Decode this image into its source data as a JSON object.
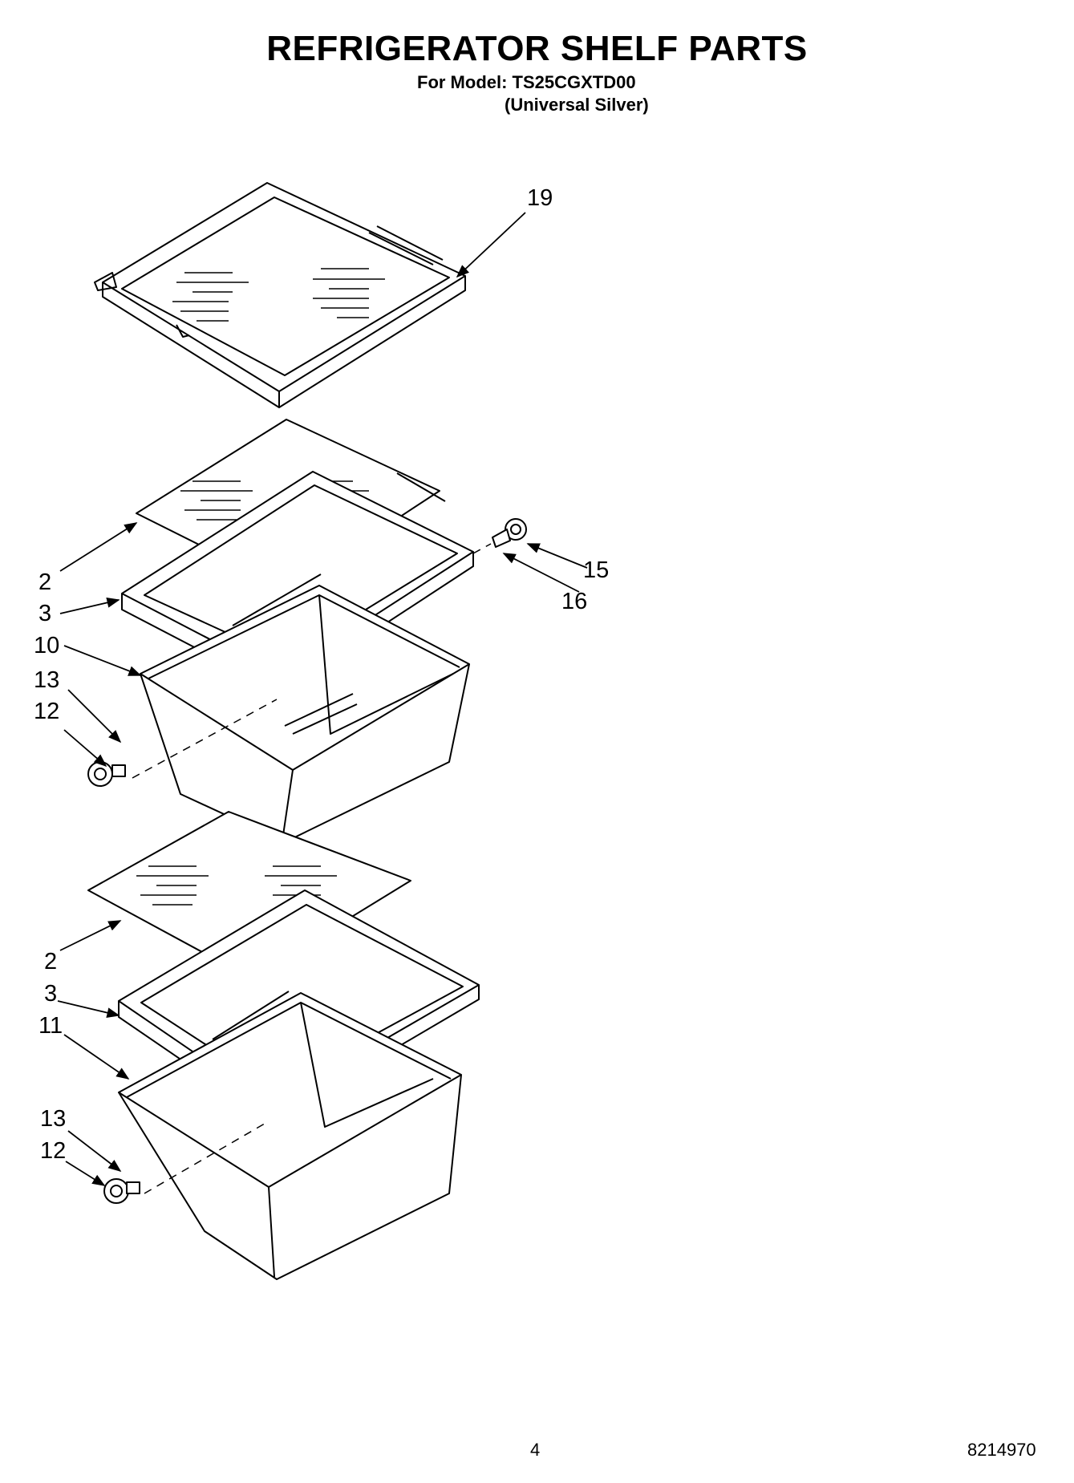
{
  "header": {
    "title": "REFRIGERATOR SHELF PARTS",
    "model_line": "For Model: TS25CGXTD00",
    "variant_line": "(Universal Silver)"
  },
  "callouts": {
    "c19": "19",
    "c2a": "2",
    "c3a": "3",
    "c10": "10",
    "c13a": "13",
    "c12a": "12",
    "c15": "15",
    "c16": "16",
    "c2b": "2",
    "c3b": "3",
    "c11": "11",
    "c13b": "13",
    "c12b": "12"
  },
  "footer": {
    "page_number": "4",
    "document_number": "8214970"
  }
}
